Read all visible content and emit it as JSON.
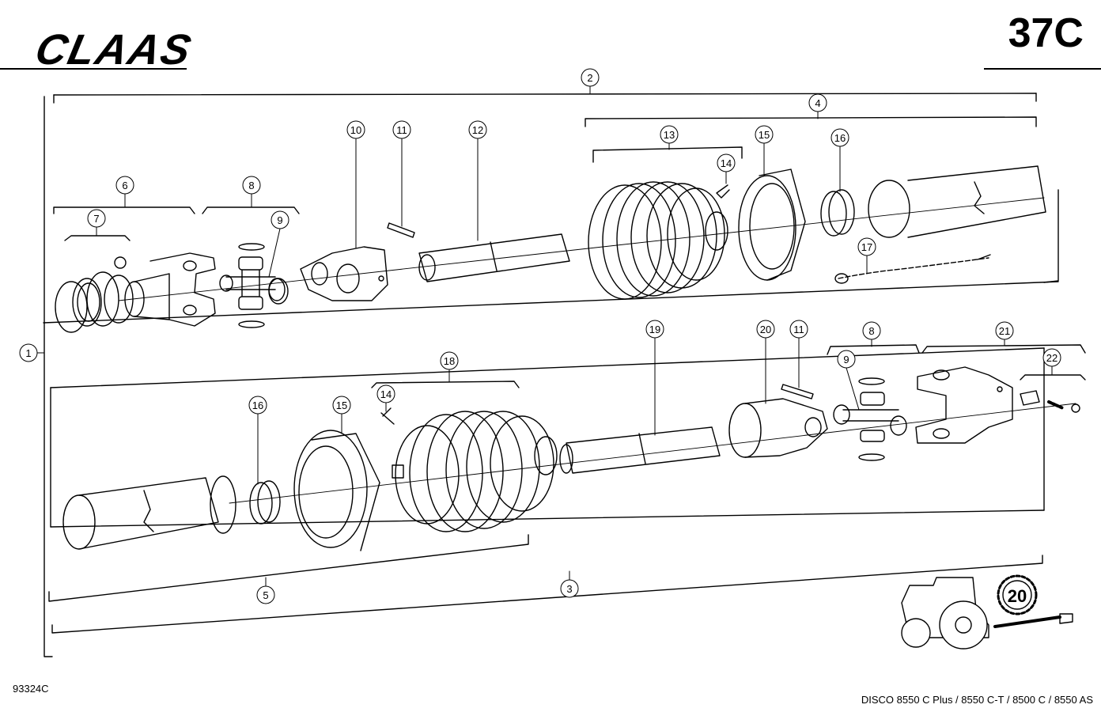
{
  "header": {
    "brand": "CLAAS",
    "sheet_id": "37C"
  },
  "footer": {
    "drawing_number": "93324C",
    "models": "DISCO 8550 C Plus / 8550 C-T / 8500 C / 8550 AS"
  },
  "callouts": {
    "c1": "1",
    "c2": "2",
    "c3": "3",
    "c4": "4",
    "c5": "5",
    "c6": "6",
    "c7": "7",
    "c8a": "8",
    "c9a": "9",
    "c10": "10",
    "c11a": "11",
    "c12": "12",
    "c13": "13",
    "c14a": "14",
    "c15a": "15",
    "c16a": "16",
    "c17": "17",
    "c18": "18",
    "c19": "19",
    "c20": "20",
    "c11b": "11",
    "c8b": "8",
    "c9b": "9",
    "c21": "21",
    "c22": "22",
    "c16b": "16",
    "c15b": "15",
    "c14b": "14"
  },
  "badge": {
    "value": "20"
  }
}
